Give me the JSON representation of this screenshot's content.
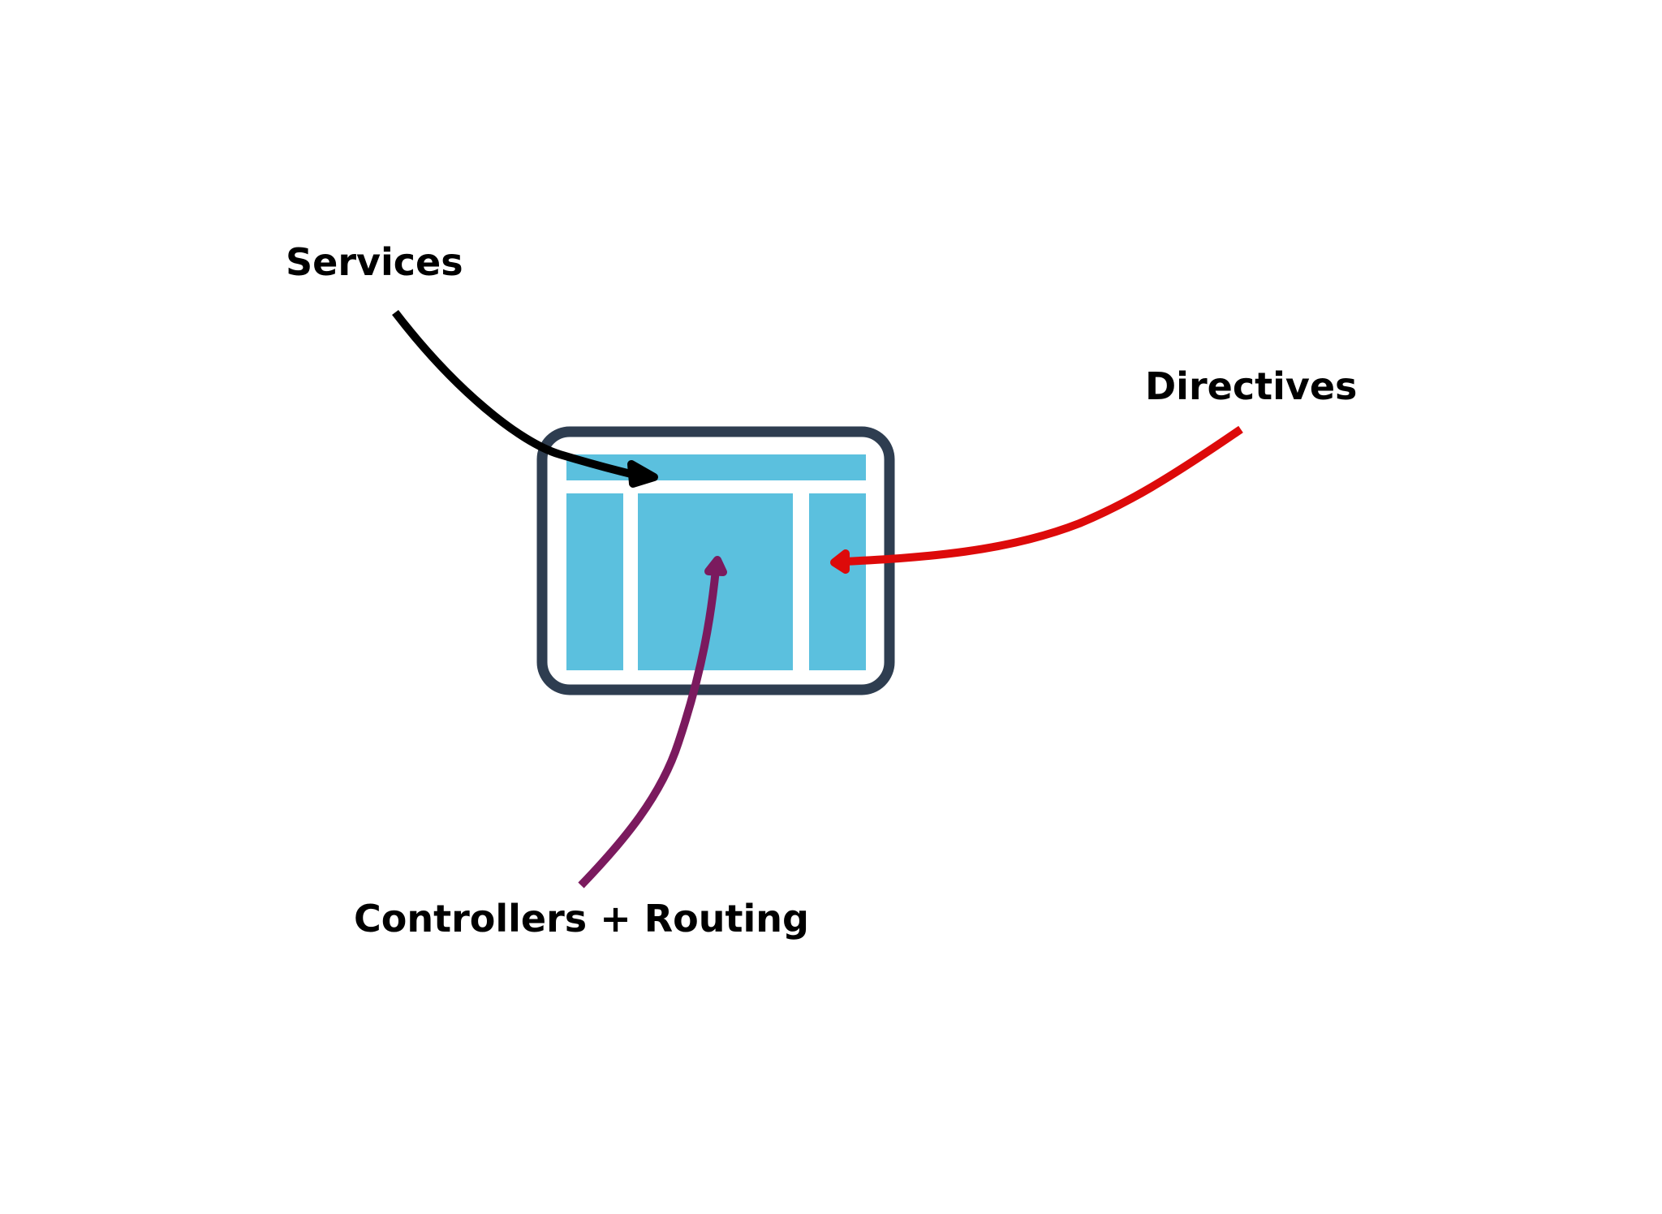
{
  "labels": {
    "services": "Services",
    "directives": "Directives",
    "controllers_routing": "Controllers + Routing"
  },
  "colors": {
    "frame": "#2e3d50",
    "panel": "#5bc0de",
    "services_arrow": "#000000",
    "directives_arrow": "#dd0a0a",
    "controllers_arrow": "#7b1a5e"
  },
  "icons": {
    "layout": "app-layout-icon"
  }
}
